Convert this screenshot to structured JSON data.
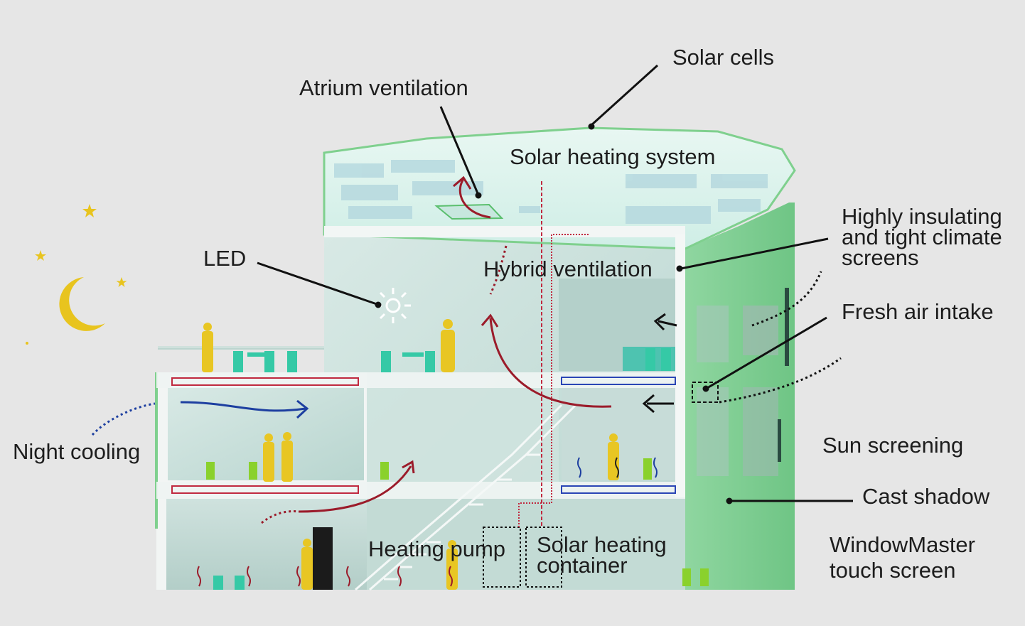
{
  "labels": {
    "solar_cells": "Solar cells",
    "atrium_ventilation": "Atrium ventilation",
    "solar_heating_system": "Solar heating system",
    "highly_insulating": "Highly insulating\nand tight climate\nscreens",
    "led": "LED",
    "hybrid_ventilation": "Hybrid ventilation",
    "fresh_air_intake": "Fresh air intake",
    "night_cooling": "Night cooling",
    "sun_screening": "Sun screening",
    "cast_shadow": "Cast shadow",
    "windowmaster": "WindowMaster\ntouch screen",
    "heating_pump": "Heating pump",
    "solar_heating_container": "Solar heating\ncontainer"
  },
  "colors": {
    "background": "#e6e6e6",
    "warm_air": "#9b1b2a",
    "cool_air": "#1d3fa0",
    "people": "#e8c623",
    "furniture": "#35c9a6",
    "facade_green": "#8fd6a0",
    "moon_stars": "#e8c41e",
    "leader_line": "#111111"
  },
  "icons": [
    "moon-icon",
    "star-icon",
    "led-sun-icon",
    "person-silhouette-icon"
  ]
}
